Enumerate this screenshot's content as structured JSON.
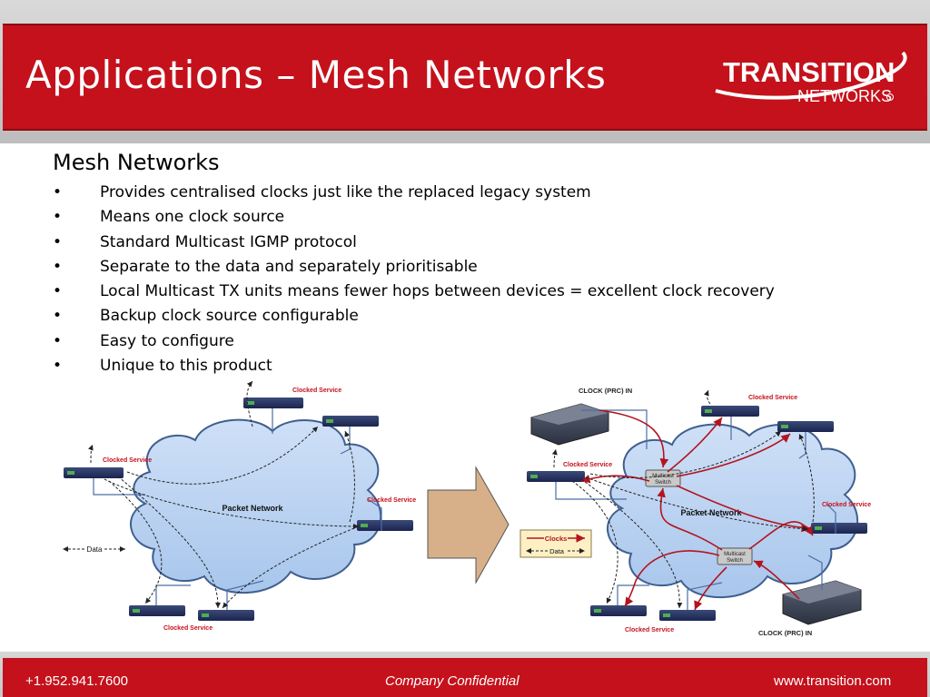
{
  "title": "Applications – Mesh Networks",
  "logo": {
    "line1": "TRANSITION",
    "line2": "NETWORKS"
  },
  "subheading": "Mesh Networks",
  "bullet_symbol": "•",
  "bullets": [
    "Provides centralised clocks just like the replaced legacy system",
    "Means one clock source",
    "Standard Multicast IGMP protocol",
    "Separate to the data and separately prioritisable",
    "Local Multicast TX units means fewer hops between devices = excellent clock recovery",
    "Backup clock source configurable",
    "Easy to configure",
    "Unique to this product"
  ],
  "diagram": {
    "left": {
      "cloud_label": "Packet Network",
      "service_label": "Clocked Service",
      "legend_data": "Data"
    },
    "right": {
      "cloud_label": "Packet Network",
      "service_label": "Clocked Service",
      "clock_in_label": "CLOCK (PRC) IN",
      "switch_label_1": "Multicast",
      "switch_label_2": "Switch",
      "legend_clocks": "Clocks",
      "legend_data": "Data"
    }
  },
  "footer": {
    "phone": "+1.952.941.7600",
    "confidential": "Company Confidential",
    "website": "www.transition.com"
  },
  "colors": {
    "brand_red": "#c4111b",
    "cloud_fill": "#b9d3f2",
    "clock_arrow": "#b3141e",
    "arrow_fill": "#d7b08a"
  }
}
